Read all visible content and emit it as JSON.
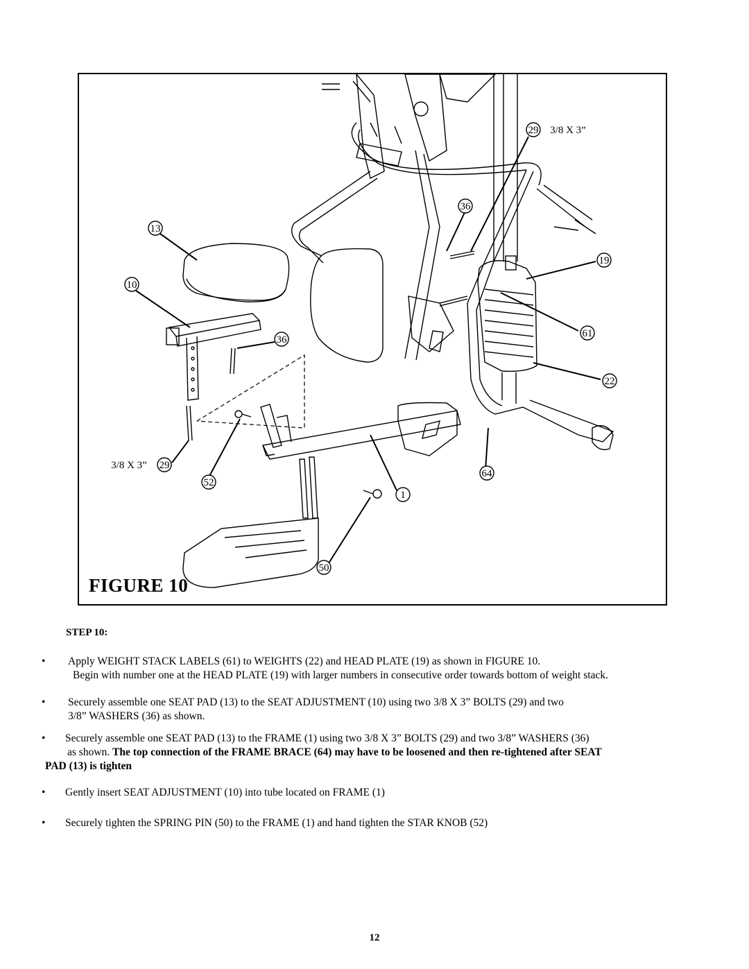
{
  "figure": {
    "caption": "FIGURE 10",
    "callouts": [
      {
        "num": "29",
        "spec": "3/8 X 3”"
      },
      {
        "num": "36"
      },
      {
        "num": "13"
      },
      {
        "num": "19"
      },
      {
        "num": "10"
      },
      {
        "num": "36"
      },
      {
        "num": "61"
      },
      {
        "num": "22"
      },
      {
        "num": "29",
        "spec": "3/8 X 3”"
      },
      {
        "num": "52"
      },
      {
        "num": "64"
      },
      {
        "num": "1"
      },
      {
        "num": "50"
      }
    ]
  },
  "step": {
    "heading": "STEP 10:",
    "bullets": [
      {
        "symbol": "•",
        "line1": "Apply WEIGHT STACK LABELS (61) to WEIGHTS (22) and HEAD PLATE (19) as shown in FIGURE 10.",
        "line2": "Begin with number one at the HEAD PLATE (19) with larger numbers in consecutive order towards bottom of weight stack."
      },
      {
        "symbol": "•",
        "line1": "Securely assemble one SEAT PAD (13) to the SEAT ADJUSTMENT (10) using two 3/8 X 3” BOLTS (29) and two",
        "line2": "3/8” WASHERS (36) as shown."
      },
      {
        "symbol": "•",
        "line1": "Securely assemble one SEAT PAD (13) to the FRAME (1) using two 3/8 X 3” BOLTS (29) and two 3/8” WASHERS (36)",
        "line2a": "as shown.",
        "line2b": "The top connection of the FRAME BRACE (64)  may have to be loosened and then re-tightened after SEAT",
        "line3": "PAD (13) is tighten"
      },
      {
        "symbol": "•",
        "line1": "Gently insert SEAT ADJUSTMENT (10) into tube located on FRAME (1)"
      },
      {
        "symbol": "•",
        "line1": "Securely tighten the SPRING PIN (50) to the FRAME (1) and hand tighten the STAR KNOB (52)"
      }
    ]
  },
  "page_number": "12"
}
